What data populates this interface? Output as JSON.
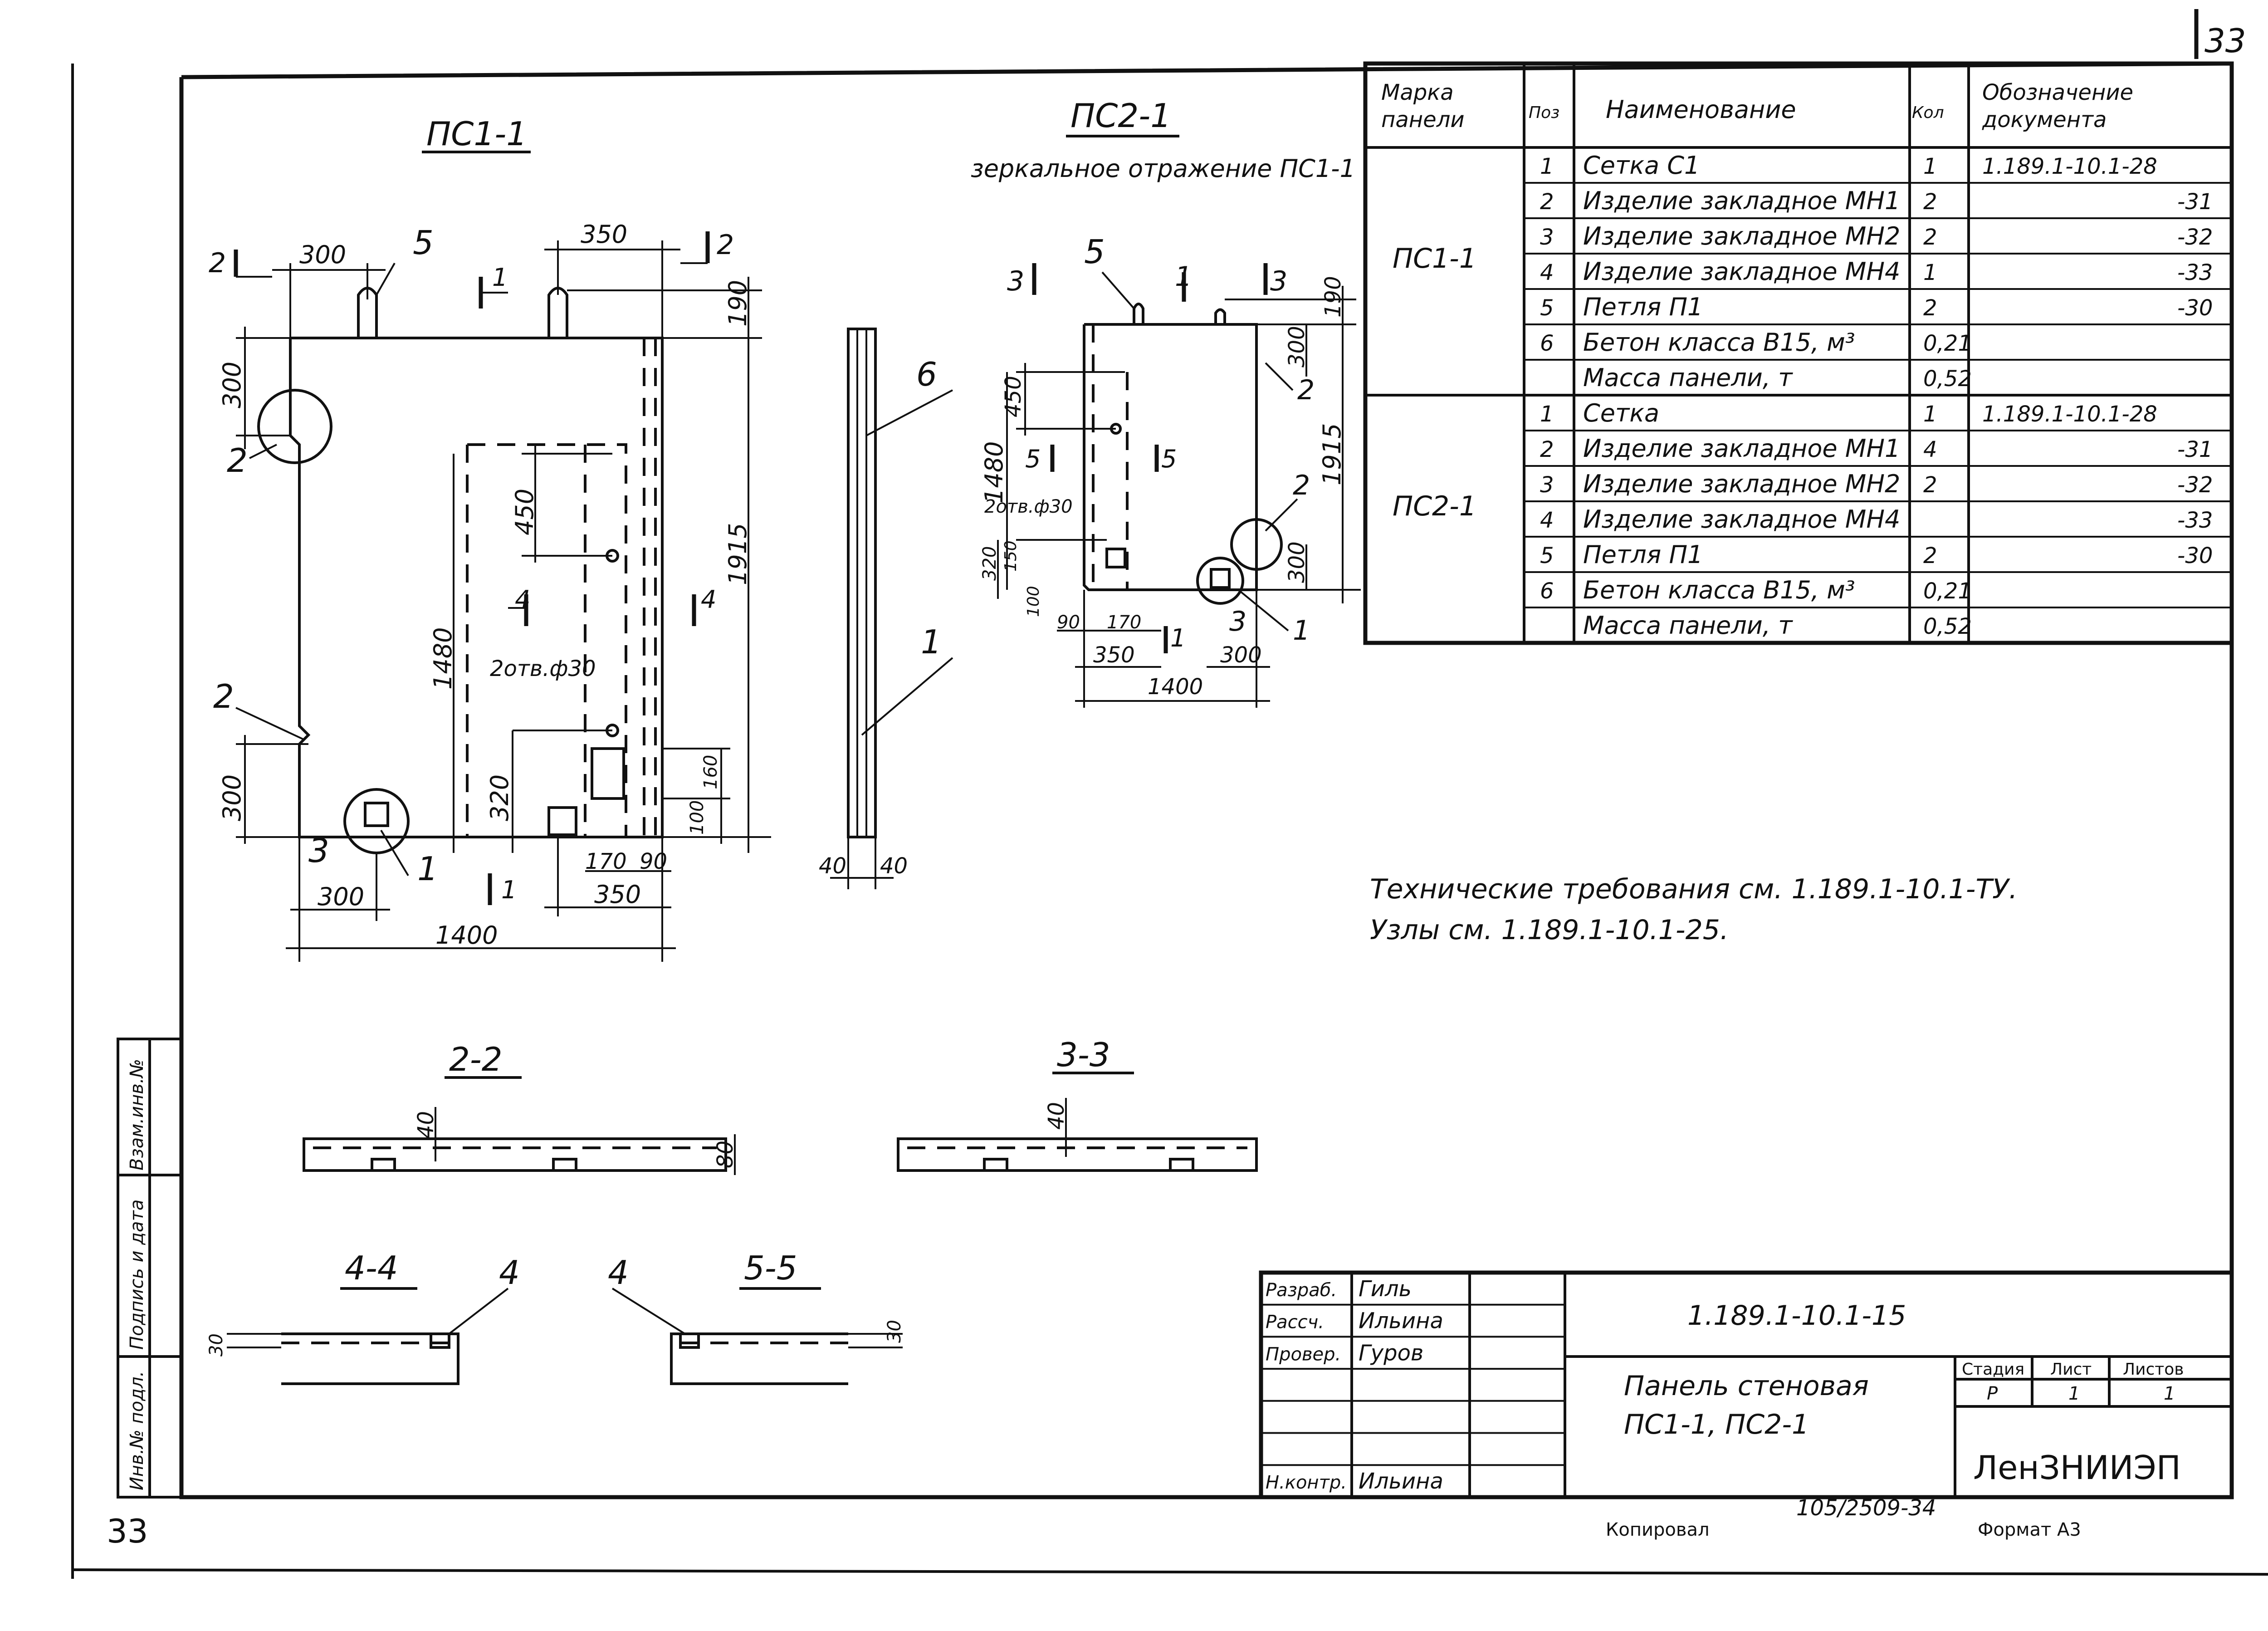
{
  "sheet_number_top": "33",
  "sheet_number_bottom": "33",
  "views": {
    "ps11_title": "ПС1-1",
    "ps21_title": "ПС2-1",
    "ps21_subtitle": "зеркальное отражение ПС1-1",
    "sec22": "2-2",
    "sec33": "3-3",
    "sec44": "4-4",
    "sec55": "5-5"
  },
  "dims_ps11": {
    "d300a": "300",
    "d350a": "350",
    "d190": "190",
    "d300b": "300",
    "d1915": "1915",
    "d450": "450",
    "d1480": "1480",
    "d300c": "300",
    "d320": "320",
    "d100": "100",
    "d160": "160",
    "d170": "170",
    "d90": "90",
    "d350b": "350",
    "d300d": "300",
    "d1400": "1400",
    "d40a": "40",
    "d40b": "40",
    "holes": "2отв.ф30"
  },
  "dims_ps21": {
    "d190": "190",
    "d300a": "300",
    "d450": "450",
    "d1480": "1480",
    "d1915": "1915",
    "d320": "320",
    "d150": "150",
    "d100": "100",
    "d90": "90",
    "d170": "170",
    "d350": "350",
    "d300b": "300",
    "d300c": "300",
    "d1400": "1400",
    "holes": "2отв.ф30"
  },
  "dims_sections": {
    "s40a": "40",
    "s80": "80",
    "s40b": "40",
    "s30a": "30",
    "s30b": "30"
  },
  "callouts": {
    "c1": "1",
    "c2": "2",
    "c3": "3",
    "c4": "4",
    "c5": "5",
    "c6": "6"
  },
  "spec_table": {
    "headers": [
      "Марка панели",
      "Поз",
      "Наименование",
      "Кол",
      "Обозначение документа"
    ],
    "groups": [
      {
        "mark": "ПС1-1",
        "rows": [
          [
            "1",
            "Сетка С1",
            "1",
            "1.189.1-10.1-28"
          ],
          [
            "2",
            "Изделие закладное МН1",
            "2",
            "-31"
          ],
          [
            "3",
            "Изделие закладное МН2",
            "2",
            "-32"
          ],
          [
            "4",
            "Изделие закладное МН4",
            "1",
            "-33"
          ],
          [
            "5",
            "Петля П1",
            "2",
            "-30"
          ],
          [
            "6",
            "Бетон класса В15, м³",
            "0,21",
            ""
          ],
          [
            "",
            "Масса панели, т",
            "0,52",
            ""
          ]
        ]
      },
      {
        "mark": "ПС2-1",
        "rows": [
          [
            "1",
            "Сетка",
            "1",
            "1.189.1-10.1-28"
          ],
          [
            "2",
            "Изделие закладное МН1",
            "4",
            "-31"
          ],
          [
            "3",
            "Изделие закладное МН2",
            "2",
            "-32"
          ],
          [
            "4",
            "Изделие закладное МН4",
            "",
            "-33"
          ],
          [
            "5",
            "Петля П1",
            "2",
            "-30"
          ],
          [
            "6",
            "Бетон класса В15, м³",
            "0,21",
            ""
          ],
          [
            "",
            "Масса панели, т",
            "0,52",
            ""
          ]
        ]
      }
    ]
  },
  "notes": {
    "line1": "Технические требования см. 1.189.1-10.1-ТУ.",
    "line2": "Узлы см. 1.189.1-10.1-25."
  },
  "title_block": {
    "roles": [
      "Разраб.",
      "Рассч.",
      "Провер.",
      "",
      "",
      "",
      "Н.контр."
    ],
    "names": [
      "Гиль",
      "Ильина",
      "Гуров",
      "",
      "",
      "",
      "Ильина"
    ],
    "doc_code": "1.189.1-10.1-15",
    "title_line1": "Панель стеновая",
    "title_line2": "ПС1-1, ПС2-1",
    "stage_header": "Стадия",
    "sheet_header": "Лист",
    "sheets_header": "Листов",
    "stage": "Р",
    "sheet": "1",
    "sheets": "1",
    "org": "ЛенЗНИИЭП"
  },
  "side_stamp": {
    "inv_podl": "Инв.№ подл.",
    "sign_date": "Подпись и дата",
    "vzam_inv": "Взам.инв.№"
  },
  "footer": {
    "copied": "Копировал",
    "format": "Формат А3",
    "handwritten_code": "105/2509-34"
  }
}
